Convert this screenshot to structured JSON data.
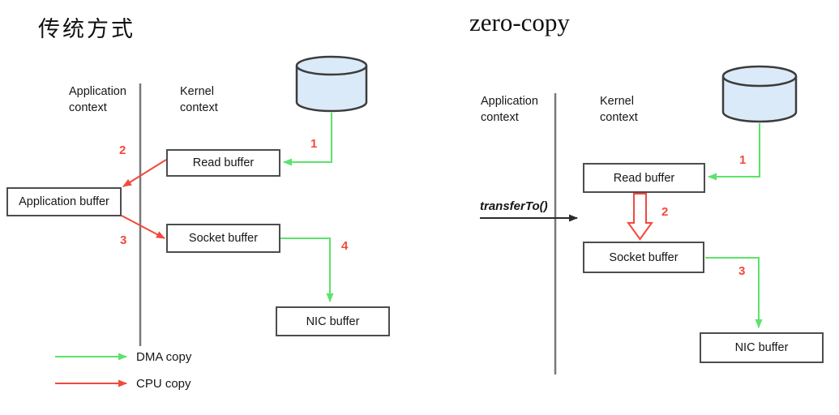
{
  "left_diagram": {
    "title": "传统方式",
    "application_context_label": "Application\ncontext",
    "kernel_context_label": "Kernel\ncontext",
    "boxes": {
      "read": "Read buffer",
      "application": "Application buffer",
      "socket": "Socket buffer",
      "nic": "NIC buffer"
    },
    "steps": {
      "s1": "1",
      "s2": "2",
      "s3": "3",
      "s4": "4"
    },
    "legend": {
      "dma": "DMA copy",
      "cpu": "CPU copy"
    }
  },
  "right_diagram": {
    "title": "zero-copy",
    "application_context_label": "Application\ncontext",
    "kernel_context_label": "Kernel\ncontext",
    "call_label": "transferTo()",
    "boxes": {
      "read": "Read buffer",
      "socket": "Socket buffer",
      "nic": "NIC buffer"
    },
    "steps": {
      "s1": "1",
      "s2": "2",
      "s3": "3"
    }
  },
  "colors": {
    "dma_green": "#5ce36b",
    "cpu_red": "#f4483c",
    "box_border": "#4d4d4d",
    "cylinder_fill": "#daeaf8",
    "line_gray": "#787878",
    "text": "#1a1a1a"
  }
}
